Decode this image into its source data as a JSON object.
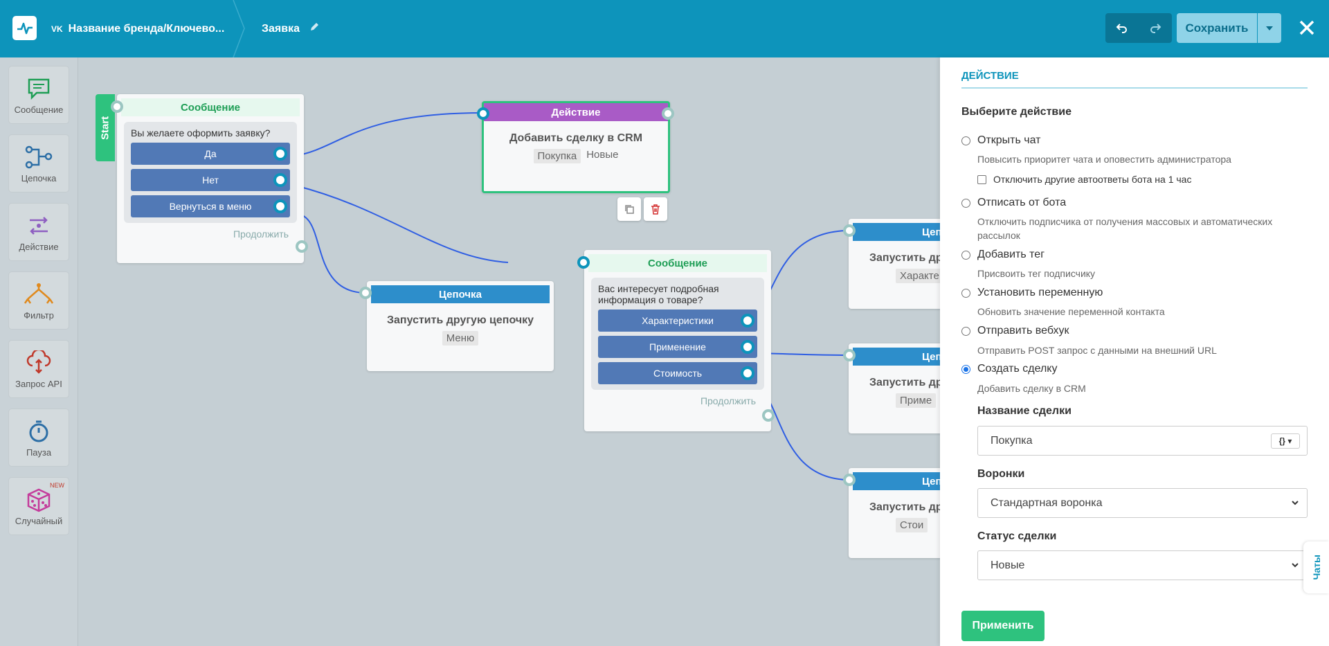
{
  "header": {
    "brand": "Название бренда/Ключево...",
    "brand_network": "VK",
    "title": "Заявка",
    "save_label": "Сохранить"
  },
  "toolbar": {
    "items": [
      {
        "label": "Сообщение",
        "icon": "message-icon",
        "color": "#1e9e55"
      },
      {
        "label": "Цепочка",
        "icon": "chain-icon",
        "color": "#2d6fa6"
      },
      {
        "label": "Действие",
        "icon": "action-icon",
        "color": "#8e5fc1"
      },
      {
        "label": "Фильтр",
        "icon": "filter-icon",
        "color": "#e08a1e"
      },
      {
        "label": "Запрос API",
        "icon": "api-cloud-icon",
        "color": "#c0392b"
      },
      {
        "label": "Пауза",
        "icon": "timer-icon",
        "color": "#2d6fa6"
      },
      {
        "label": "Случайный",
        "icon": "dice-icon",
        "color": "#c43c9b",
        "badge": "NEW"
      }
    ]
  },
  "canvas": {
    "start_label": "Start",
    "node_message1": {
      "header": "Сообщение",
      "text": "Вы желаете оформить заявку?",
      "buttons": [
        "Да",
        "Нет",
        "Вернуться в меню"
      ],
      "continue": "Продолжить"
    },
    "node_action": {
      "header": "Действие",
      "title": "Добавить сделку в CRM",
      "tag": "Покупка",
      "status": "Новые"
    },
    "node_chain_menu": {
      "header": "Цепочка",
      "title": "Запустить другую цепочку",
      "tag": "Меню"
    },
    "node_message2": {
      "header": "Сообщение",
      "text": "Вас интересует подробная информация о товаре?",
      "buttons": [
        "Характеристики",
        "Применение",
        "Стоимость"
      ],
      "continue": "Продолжить"
    },
    "node_chain_right": [
      {
        "header": "Цеп",
        "title": "Запустить др",
        "tag": "Характе"
      },
      {
        "header": "Цеп",
        "title": "Запустить др",
        "tag": "Приме"
      },
      {
        "header": "Цеп",
        "title": "Запустить др",
        "tag": "Стои"
      }
    ]
  },
  "panel": {
    "heading": "ДЕЙСТВИЕ",
    "subheading": "Выберите действие",
    "options": [
      {
        "label": "Открыть чат",
        "desc": "Повысить приоритет чата и оповестить администратора",
        "selected": false
      },
      {
        "label": "Отписать от бота",
        "desc": "Отключить подписчика от получения массовых и автоматических рассылок",
        "selected": false
      },
      {
        "label": "Добавить тег",
        "desc": "Присвоить тег подписчику",
        "selected": false
      },
      {
        "label": "Установить переменную",
        "desc": "Обновить значение переменной контакта",
        "selected": false
      },
      {
        "label": "Отправить вебхук",
        "desc": "Отправить POST запрос с данными на внешний URL",
        "selected": false
      },
      {
        "label": "Создать сделку",
        "desc": "Добавить сделку в CRM",
        "selected": true
      }
    ],
    "checkbox_label": "Отключить другие автоответы бота на 1 час",
    "deal_name_label": "Название сделки",
    "deal_name_value": "Покупка",
    "var_button": "{}",
    "funnel_label": "Воронки",
    "funnel_value": "Стандартная воронка",
    "status_label": "Статус сделки",
    "status_value": "Новые",
    "apply_label": "Применить",
    "chats_tab": "Чаты"
  },
  "colors": {
    "header": "#0d94bb",
    "accent_green": "#2ec27e",
    "action_purple": "#a95bc6",
    "chain_blue": "#2d8ecb",
    "button_blue": "#5179b6"
  }
}
